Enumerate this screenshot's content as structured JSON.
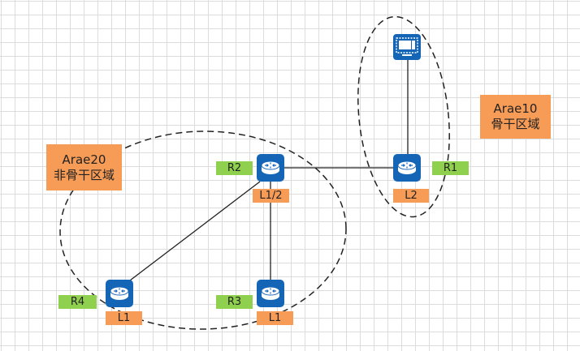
{
  "areas": {
    "area10": {
      "line1": "Arae10",
      "line2": "骨干区域"
    },
    "area20": {
      "line1": "Arae20",
      "line2": "非骨干区域"
    }
  },
  "routers": {
    "r1": {
      "name": "R1",
      "level": "L2"
    },
    "r2": {
      "name": "R2",
      "level": "L1/2"
    },
    "r3": {
      "name": "R3",
      "level": "L1"
    },
    "r4": {
      "name": "R4",
      "level": "L1"
    }
  },
  "colors": {
    "device_blue": "#1565b7",
    "name_tag": "#8fd14f",
    "level_tag": "#f79c57",
    "area_box": "#f79c57"
  },
  "icons": {
    "router": "router-icon",
    "pc": "pc-icon"
  }
}
